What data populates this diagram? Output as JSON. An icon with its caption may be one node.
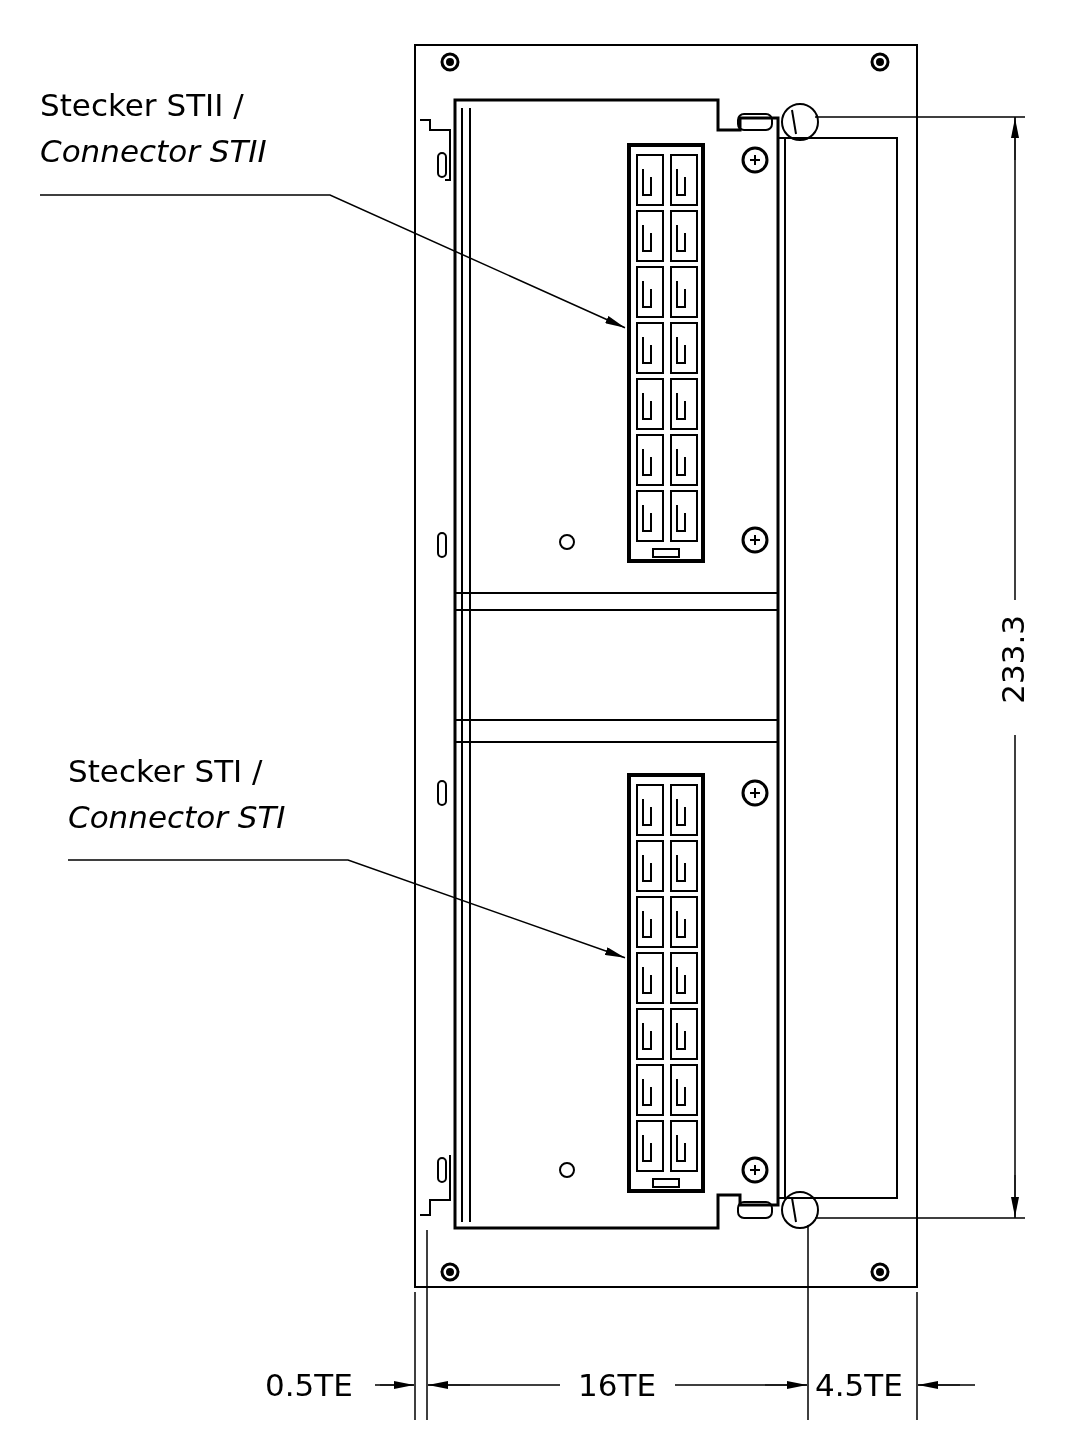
{
  "diagram": {
    "nodes": [
      {
        "text": [
          "Stecker STII /",
          "Connector STII"
        ]
      },
      {
        "text": [],
        "shape": "box"
      },
      {
        "text": [
          "Stecker STI /",
          "Connector STI"
        ]
      },
      {
        "text": [],
        "shape": "box"
      }
    ],
    "edges": [
      {
        "from": 0,
        "to": 1,
        "arrow": "to"
      },
      {
        "from": 2,
        "to": 3,
        "arrow": "to"
      }
    ],
    "labels": [
      "233.3",
      "0.5TE",
      "16TE",
      "4.5TE"
    ]
  }
}
